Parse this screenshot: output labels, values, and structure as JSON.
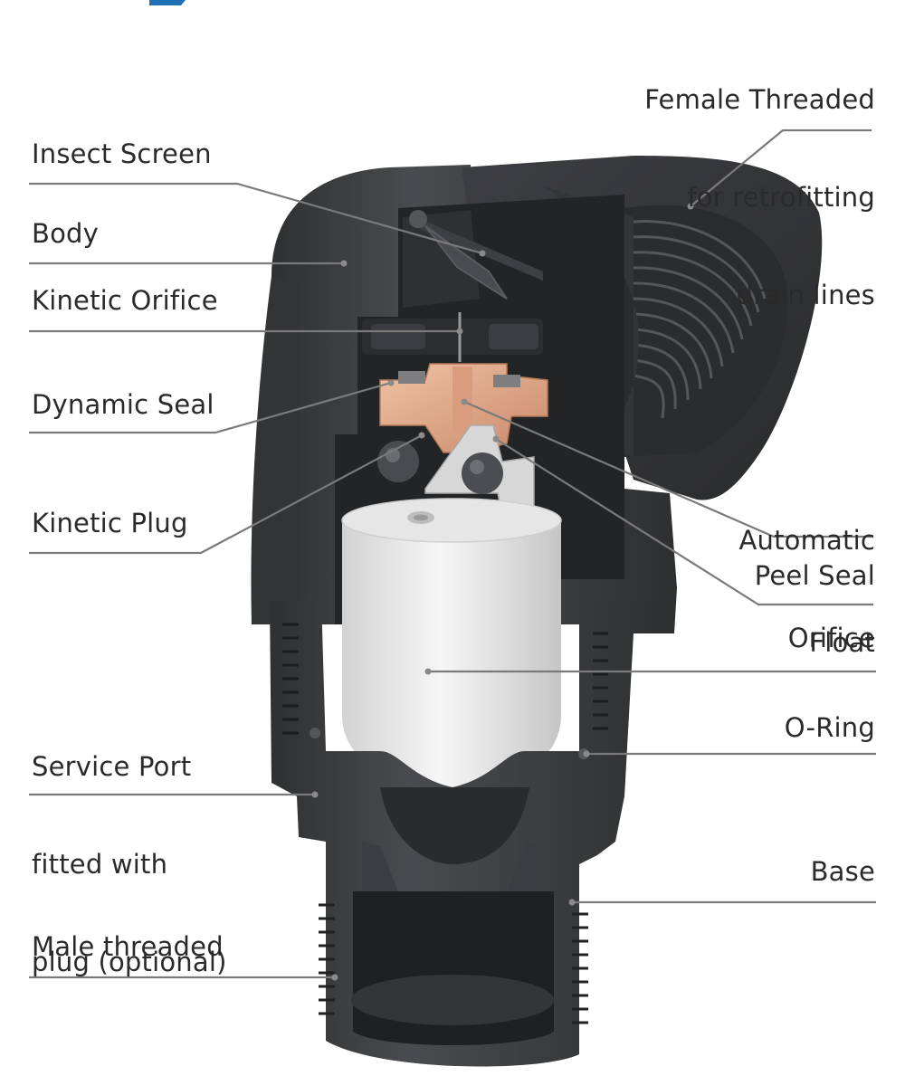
{
  "labels": {
    "insect_screen": "Insect Screen",
    "body": "Body",
    "kinetic_orifice": "Kinetic Orifice",
    "dynamic_seal": "Dynamic Seal",
    "kinetic_plug": "Kinetic Plug",
    "service_port": [
      "Service Port",
      "fitted with",
      "plug (optional)"
    ],
    "male_threaded": "Male threaded",
    "female_threaded": [
      "Female Threaded",
      "for retrofitting",
      "drain lines"
    ],
    "automatic_orifice": [
      "Automatic",
      "Orifice"
    ],
    "peel_seal": "Peel Seal",
    "float": "Float",
    "o_ring": "O-Ring",
    "base": "Base"
  },
  "colors": {
    "body_dark": "#3a3b3d",
    "body_mid": "#48494b",
    "inner_dark": "#242526",
    "copper": "#e0a888",
    "float_white": "#ececec",
    "leader_line": "#7a7a7a",
    "accent_blue": "#1f6fb5"
  }
}
